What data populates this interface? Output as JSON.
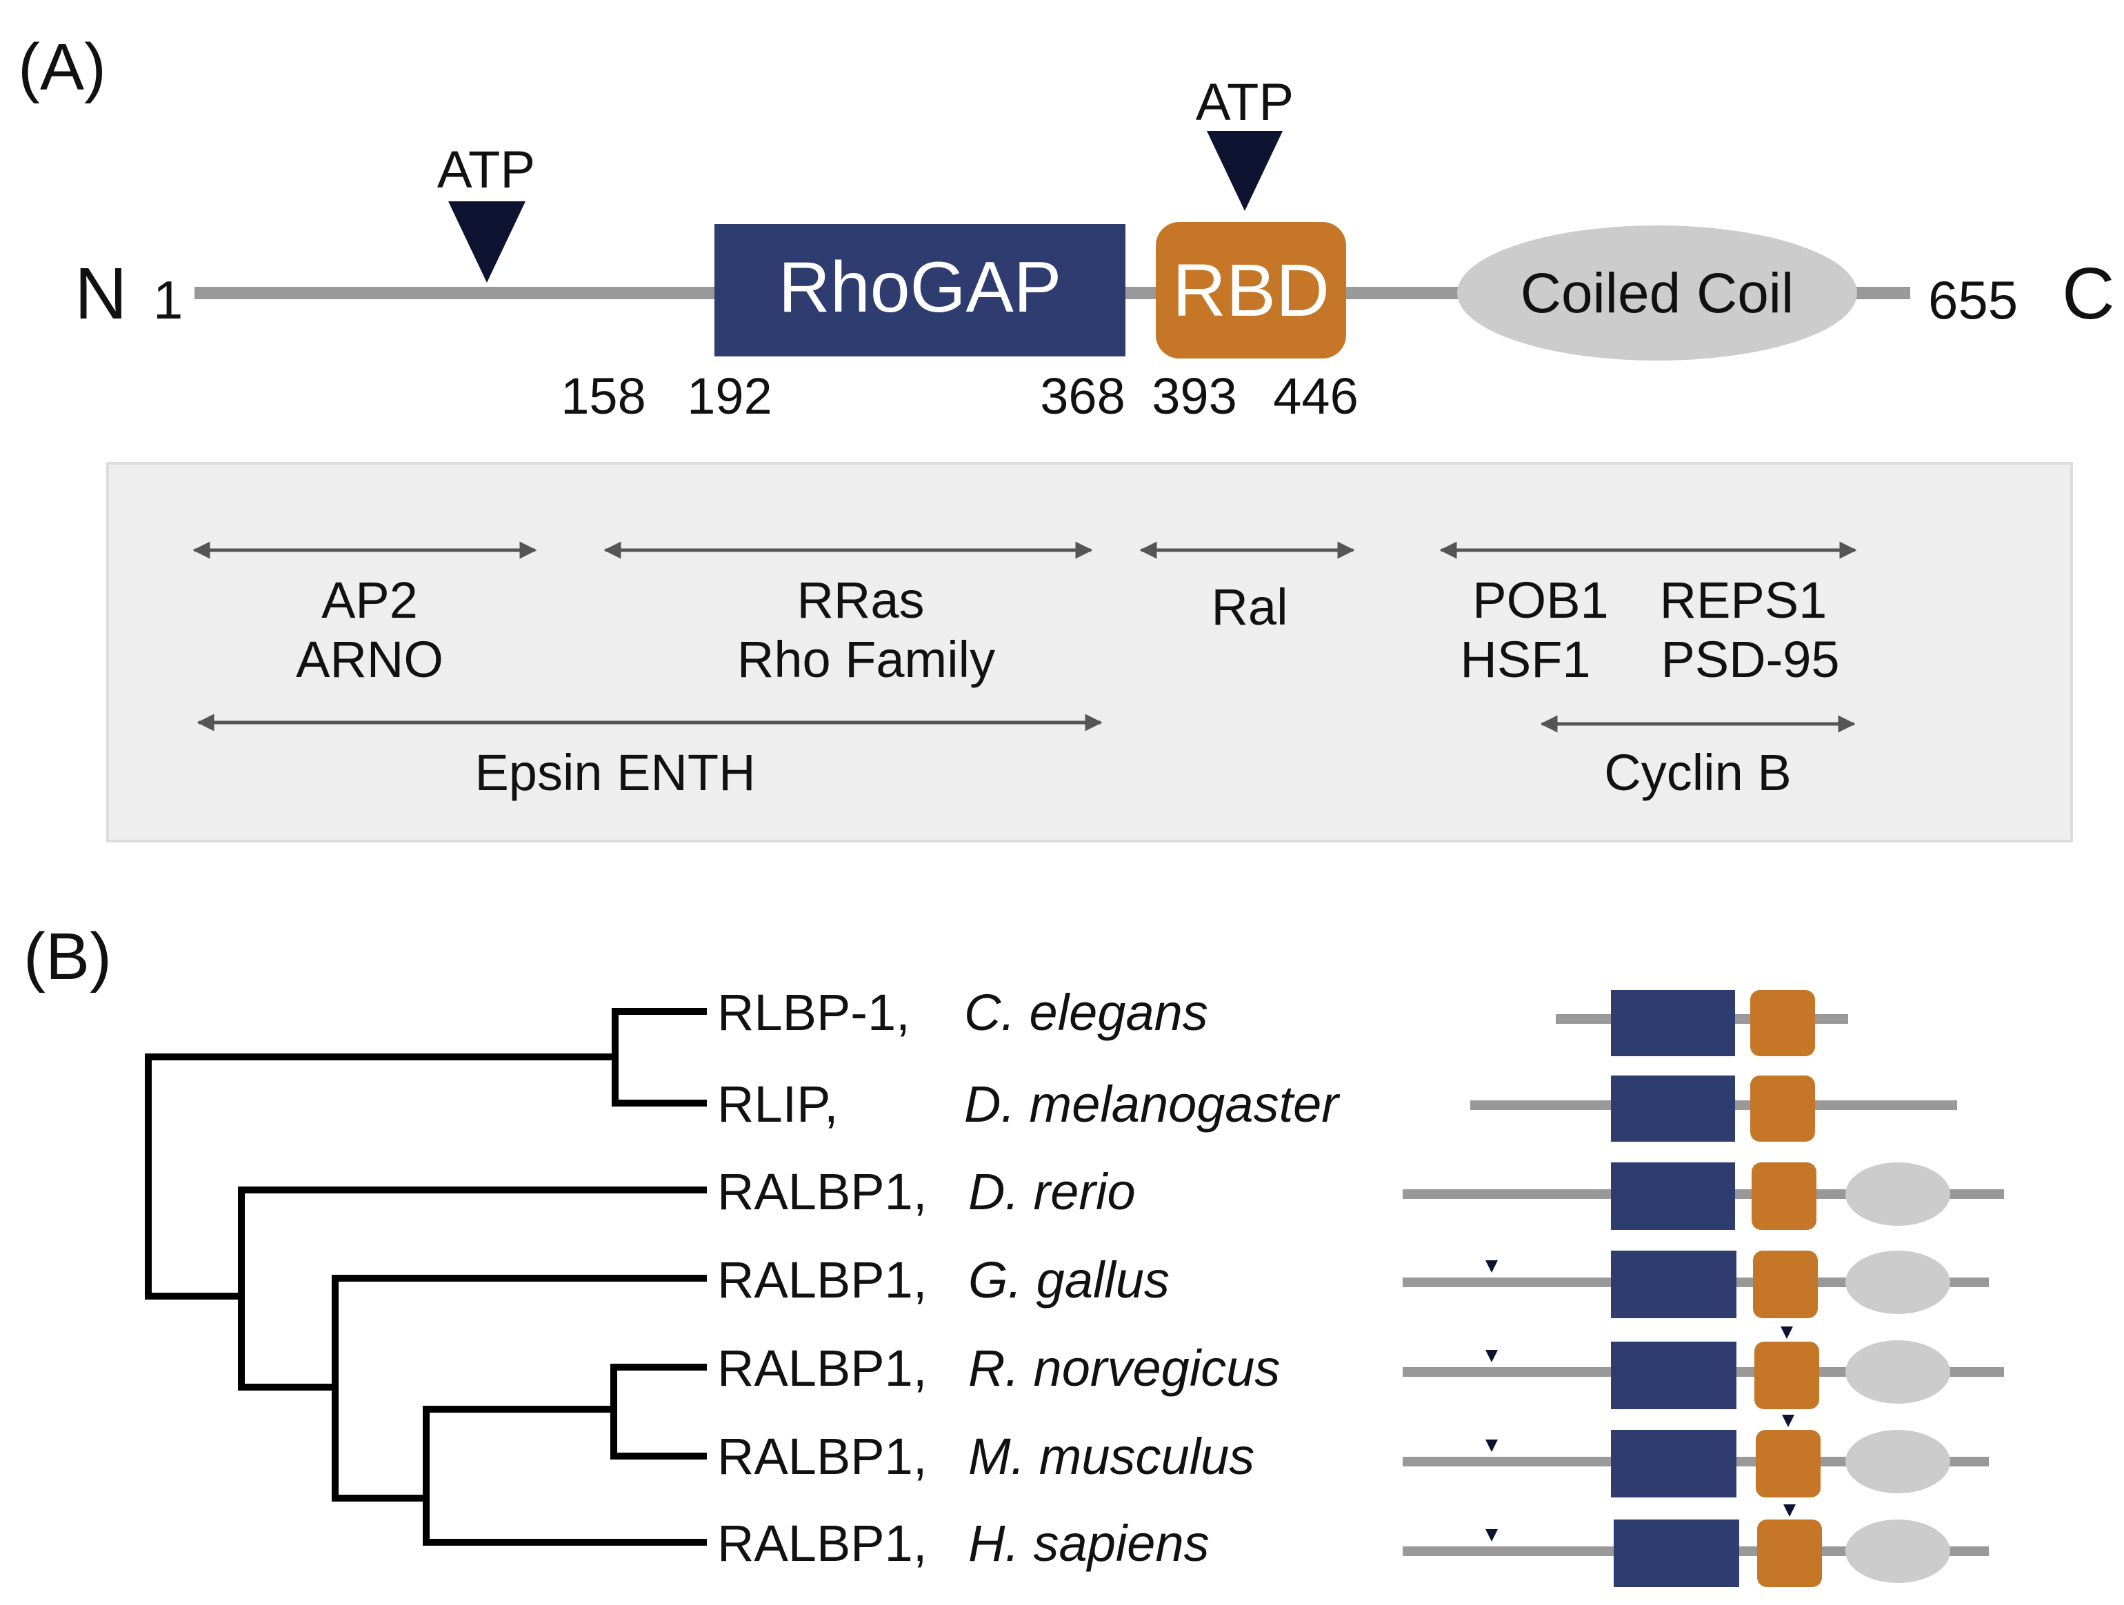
{
  "panel_a": {
    "label": "(A)",
    "n_label": "N",
    "start_residue": "1",
    "end_residue": "655",
    "c_label": "C",
    "atp_left": "ATP",
    "atp_right": "ATP",
    "domains": {
      "rhogap": "RhoGAP",
      "rbd": "RBD",
      "coiled_coil": "Coiled Coil"
    },
    "positions": {
      "p158": "158",
      "p192": "192",
      "p368": "368",
      "p393": "393",
      "p446": "446"
    },
    "interactions": {
      "ap2": "AP2",
      "arno": "ARNO",
      "rras": "RRas",
      "rho_family": "Rho Family",
      "ral": "Ral",
      "pob1": "POB1",
      "reps1": "REPS1",
      "hsf1": "HSF1",
      "psd95": "PSD-95",
      "epsin": "Epsin ENTH",
      "cyclin_b": "Cyclin B"
    }
  },
  "panel_b": {
    "label": "(B)",
    "species": [
      {
        "gene": "RLBP-1,",
        "organism": "C. elegans"
      },
      {
        "gene": "RLIP,",
        "organism": "D. melanogaster"
      },
      {
        "gene": "RALBP1,",
        "organism": "D. rerio"
      },
      {
        "gene": "RALBP1,",
        "organism": "G. gallus"
      },
      {
        "gene": "RALBP1,",
        "organism": "R. norvegicus"
      },
      {
        "gene": "RALBP1,",
        "organism": "M. musculus"
      },
      {
        "gene": "RALBP1,",
        "organism": "H. sapiens"
      }
    ]
  },
  "colors": {
    "rhogap": "#2e3c6f",
    "rbd": "#c57626",
    "coiled_coil": "#cccccc",
    "backbone": "#999999",
    "interaction_box": "#eeeeee",
    "arrow_line": "#555555",
    "tree": "#000000",
    "atp_marker": "#0d1330"
  }
}
